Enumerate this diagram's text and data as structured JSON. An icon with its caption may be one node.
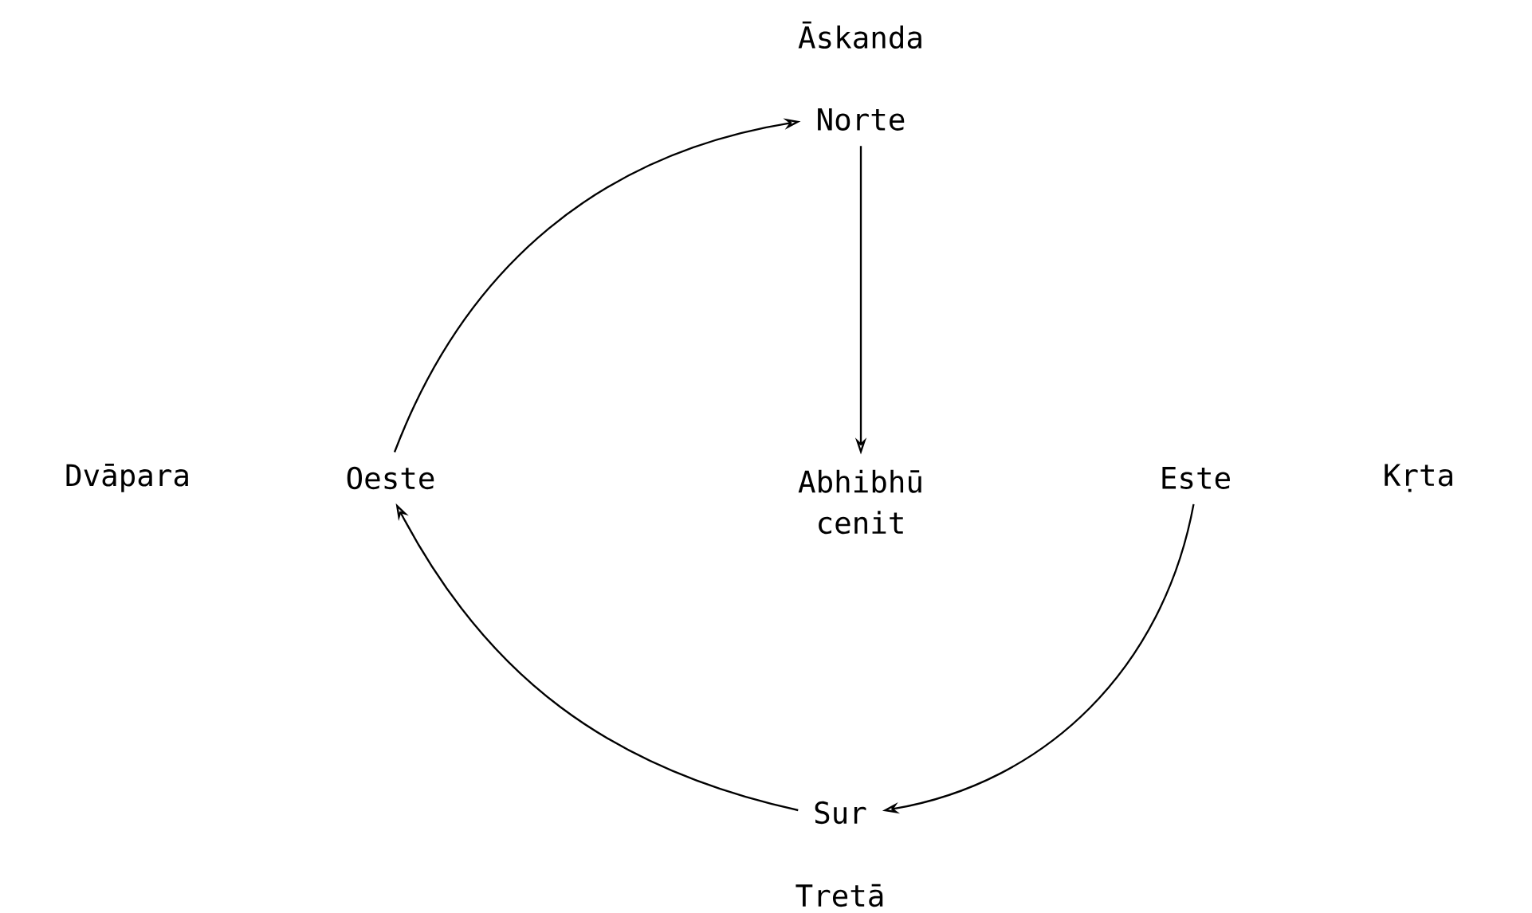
{
  "diagram": {
    "nodes": [
      {
        "text": [
          "Norte"
        ]
      },
      {
        "text": [
          "Abhibhū cenit"
        ]
      },
      {
        "text": [
          "Oeste"
        ]
      },
      {
        "text": [
          "Este"
        ]
      },
      {
        "text": [
          "Sur"
        ]
      }
    ],
    "edges": [
      {
        "from": 0,
        "to": 1,
        "arrow": "to"
      },
      {
        "from": 3,
        "to": 4,
        "arrow": "to"
      },
      {
        "from": 4,
        "to": 2,
        "arrow": "to"
      },
      {
        "from": 2,
        "to": 0,
        "arrow": "to"
      }
    ],
    "labels": [
      "Āskanda",
      "Dvāpara",
      "Kṛta",
      "Tretā"
    ]
  }
}
